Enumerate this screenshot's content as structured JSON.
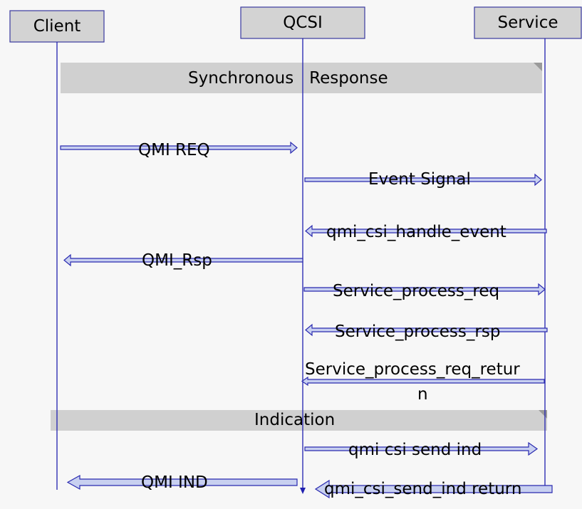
{
  "actors": {
    "client": "Client",
    "qcsi": "QCSI",
    "service": "Service"
  },
  "sections": {
    "sync": "Synchronous   Response",
    "indication": "Indication"
  },
  "messages": {
    "qmi_req": "QMI REQ",
    "event_signal": "Event Signal",
    "handle_event": "qmi_csi_handle_event",
    "qmi_rsp": "QMI_Rsp",
    "process_req": "Service_process_req",
    "process_rsp": "Service_process_rsp",
    "req_return_line1": "Service_process_req_retur",
    "req_return_line2": "n",
    "send_ind": "qmi csi send ind",
    "qmi_ind": "QMI IND",
    "send_ind_return": "qmi_csi_send_ind return"
  },
  "colors": {
    "actor_fill": "#d3d3d3",
    "actor_border": "#3a3aa0",
    "lifeline": "#2020b0",
    "section_fill": "#d0d0d0",
    "arrow_stroke": "#2a2ab0",
    "arrow_fill": "#c8d0f0"
  }
}
